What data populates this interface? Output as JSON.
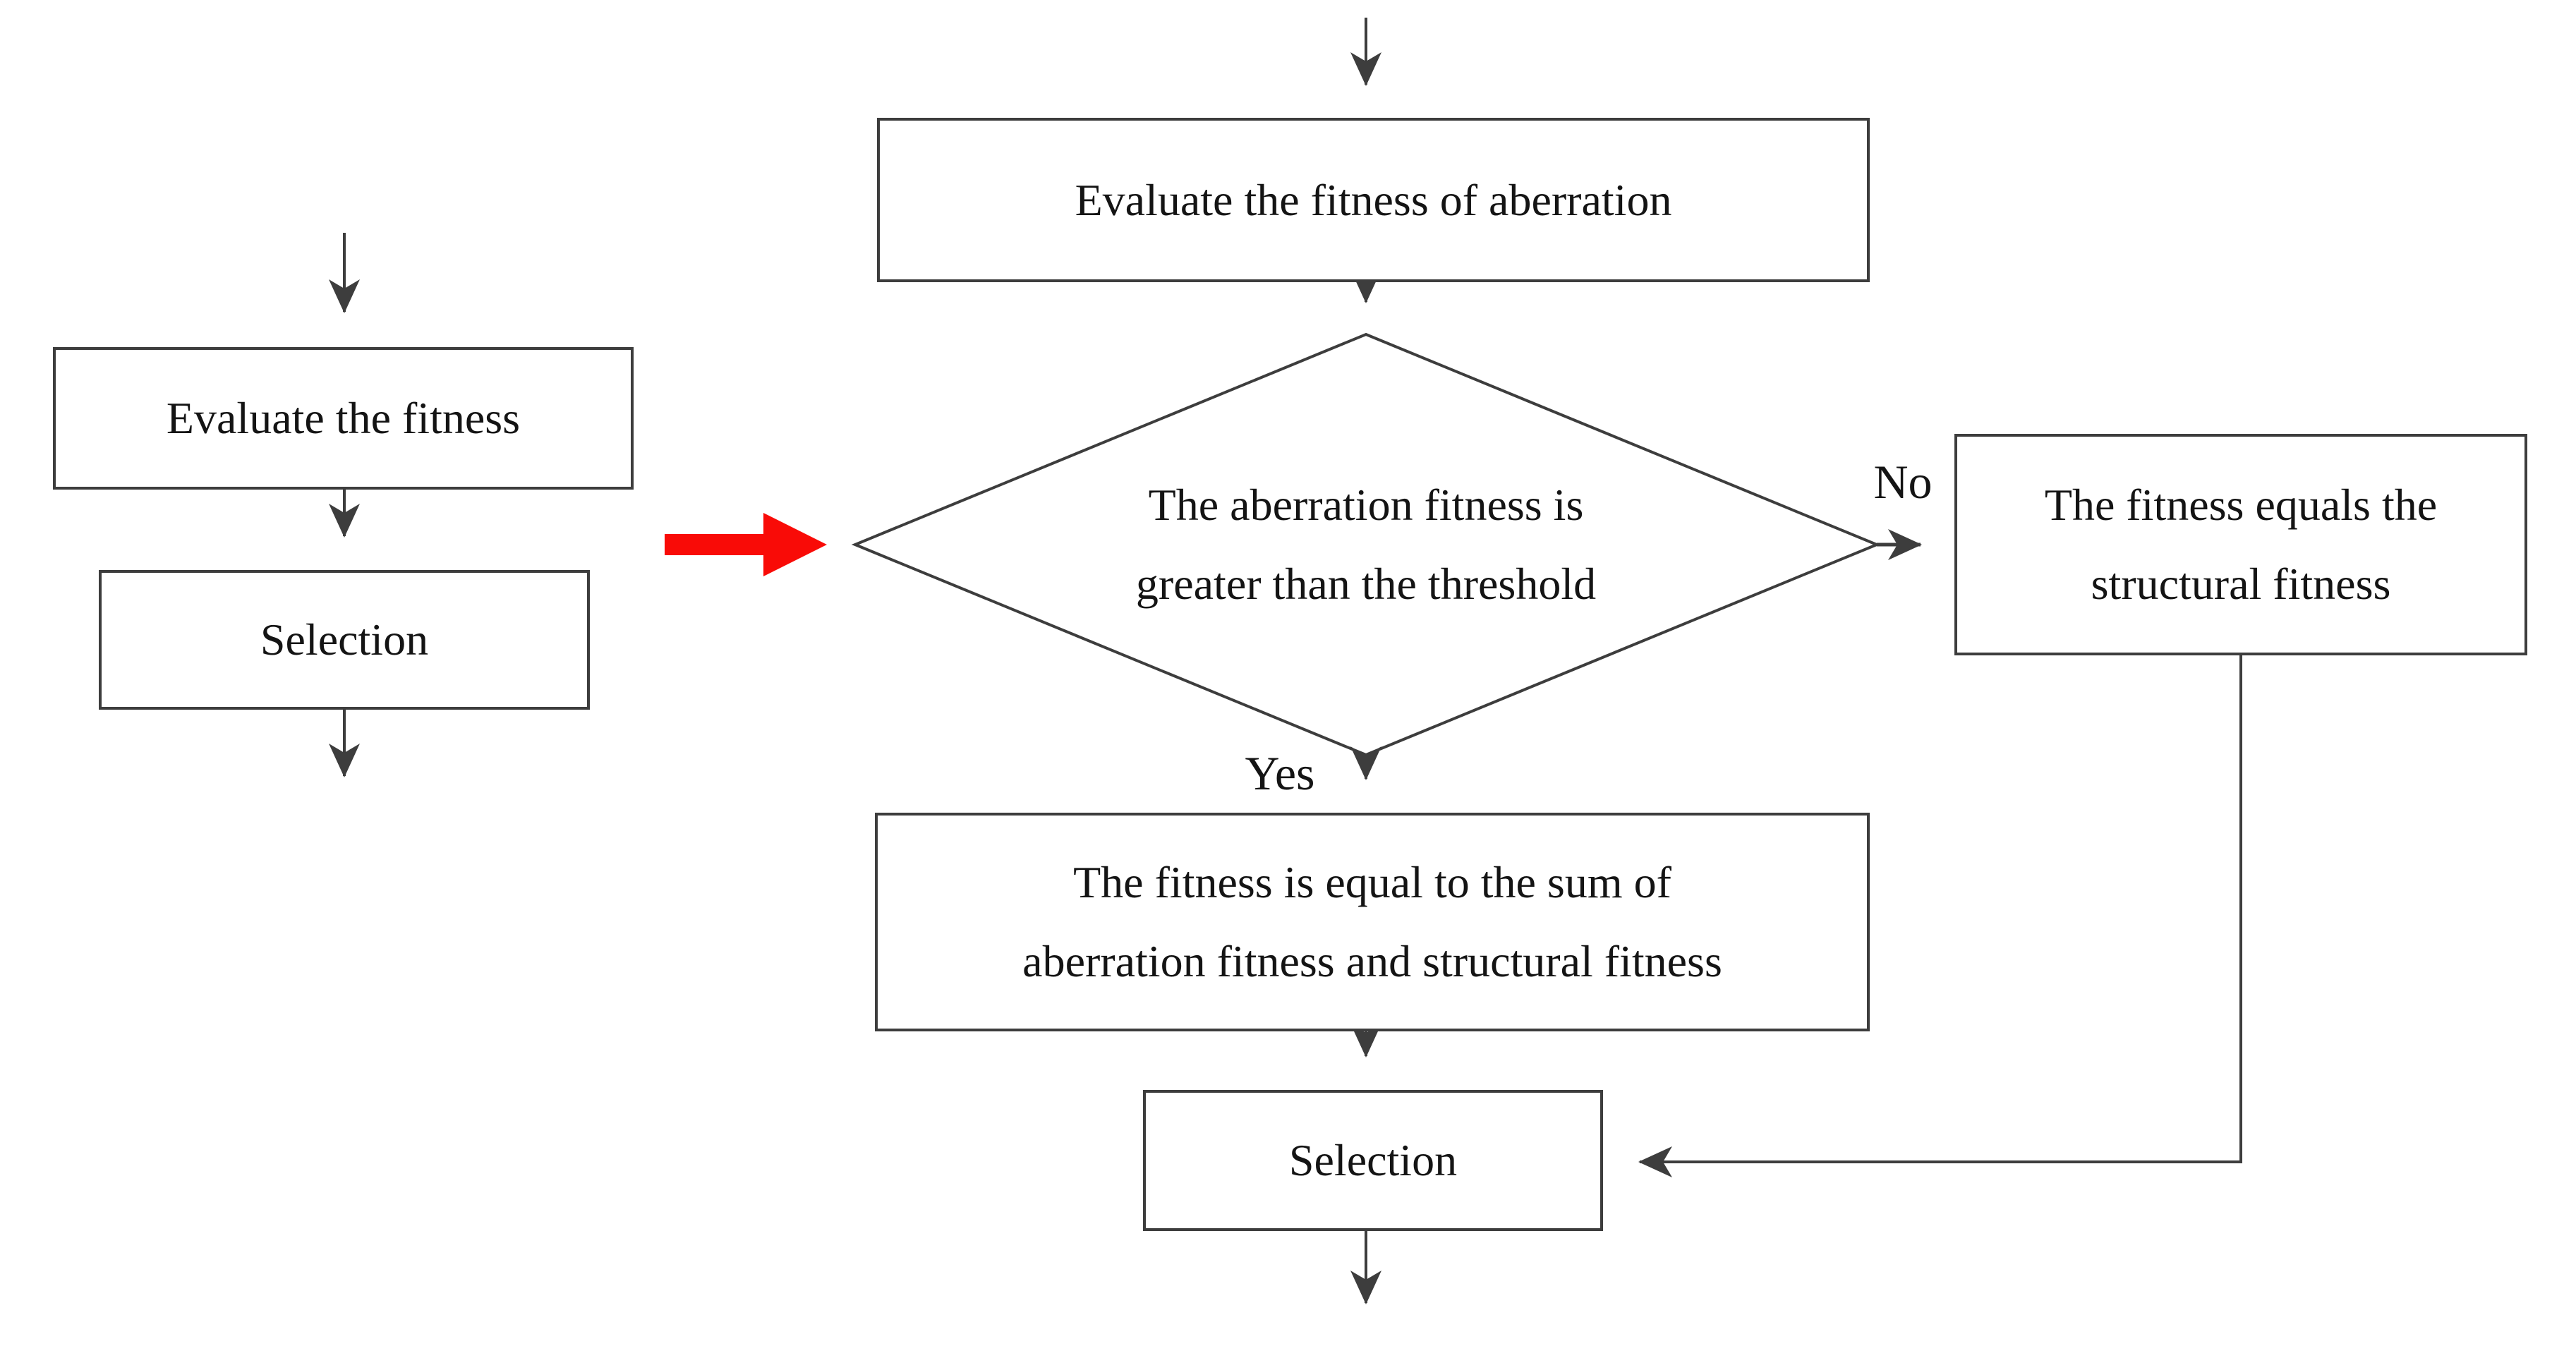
{
  "figure": {
    "type": "flowchart-comparison",
    "description_left": "original fitness evaluation flow",
    "description_right": "aberration-aware fitness evaluation flow"
  },
  "left_flow": {
    "evaluate_box": "Evaluate the fitness",
    "selection_box": "Selection"
  },
  "right_flow": {
    "evaluate_box": "Evaluate the fitness of aberration",
    "decision_line1": "The aberration fitness is",
    "decision_line2": "greater than the threshold",
    "no_label": "No",
    "yes_label": "Yes",
    "structural_box_line1": "The fitness equals the",
    "structural_box_line2": "structural fitness",
    "sum_box_line1": "The fitness is equal to the sum of",
    "sum_box_line2": "aberration fitness and structural fitness",
    "selection_box": "Selection"
  },
  "colors": {
    "line": "#3d3d3d",
    "text": "#141414",
    "box_fill": "#ffffff",
    "highlight_arrow": "#f90b07",
    "background": "#ffffff"
  }
}
